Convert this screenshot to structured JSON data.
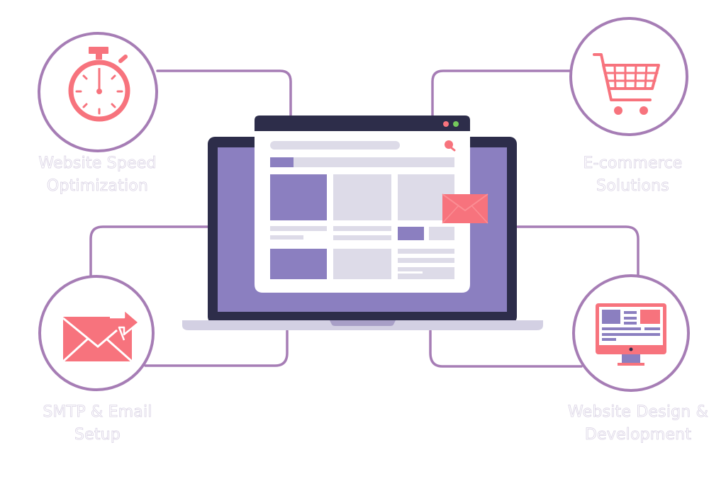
{
  "colors": {
    "connector": "#a67db5",
    "accent_pink": "#f7737d",
    "laptop_dark": "#2d2d4a",
    "screen_purple": "#8b7fc0",
    "placeholder_gray": "#dddbe8",
    "laptop_base": "#d3d0e3",
    "dot_red": "#f7737d",
    "dot_green": "#74c95c"
  },
  "center": {
    "device": "laptop",
    "browser_window": {
      "controls": [
        "red-dot",
        "green-dot"
      ],
      "search_icon": "search-icon"
    },
    "floating_icon": "email-envelope-icon"
  },
  "services": [
    {
      "id": "speed",
      "icon": "stopwatch-icon",
      "line1": "Website Speed",
      "line2": "Optimization"
    },
    {
      "id": "ecommerce",
      "icon": "shopping-cart-icon",
      "line1": "E-commerce",
      "line2": "Solutions"
    },
    {
      "id": "smtp",
      "icon": "email-send-icon",
      "line1": "SMTP & Email",
      "line2": "Setup"
    },
    {
      "id": "design",
      "icon": "desktop-monitor-icon",
      "line1": "Website Design &",
      "line2": "Development"
    }
  ]
}
